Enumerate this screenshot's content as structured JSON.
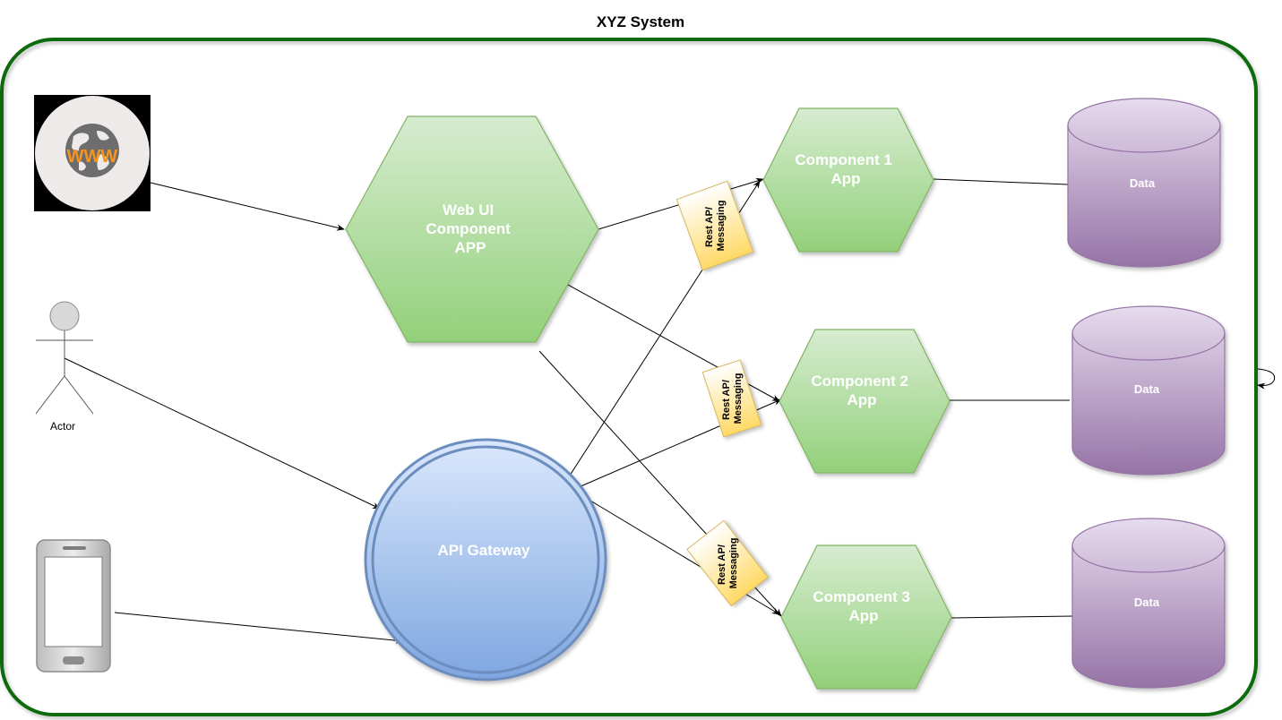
{
  "diagram": {
    "title": "XYZ System",
    "nodes": {
      "web_ui": {
        "lines": [
          "Web UI",
          "Component",
          "APP"
        ]
      },
      "component1": {
        "lines": [
          "Component 1",
          "App"
        ]
      },
      "component2": {
        "lines": [
          "Component 2",
          "App"
        ]
      },
      "component3": {
        "lines": [
          "Component 3",
          "App"
        ]
      },
      "api_gateway": {
        "label": "API Gateway"
      },
      "data1": {
        "label": "Data"
      },
      "data2": {
        "label": "Data"
      },
      "data3": {
        "label": "Data"
      },
      "actor": {
        "label": "Actor"
      },
      "www_icon": {
        "label": "WWW",
        "icon": "globe-icon"
      },
      "mobile_icon": {
        "icon": "mobile-phone-icon"
      }
    },
    "notes": [
      {
        "lines": [
          "Rest AP/",
          "Messaging"
        ]
      },
      {
        "lines": [
          "Rest AP/",
          "Messaging"
        ]
      },
      {
        "lines": [
          "Rest AP/",
          "Messaging"
        ]
      }
    ],
    "colors": {
      "boundary": "#0a6b0a",
      "component_fill_top": "#d6ecd0",
      "component_fill_bottom": "#93d07a",
      "component_stroke": "#82b366",
      "gateway_fill_top": "#dae8fc",
      "gateway_fill_bottom": "#7ea6e0",
      "gateway_stroke": "#6c8ebf",
      "data_fill_top": "#e1d5e7",
      "data_fill_bottom": "#9673a6",
      "note_fill": "#ffd966"
    }
  }
}
